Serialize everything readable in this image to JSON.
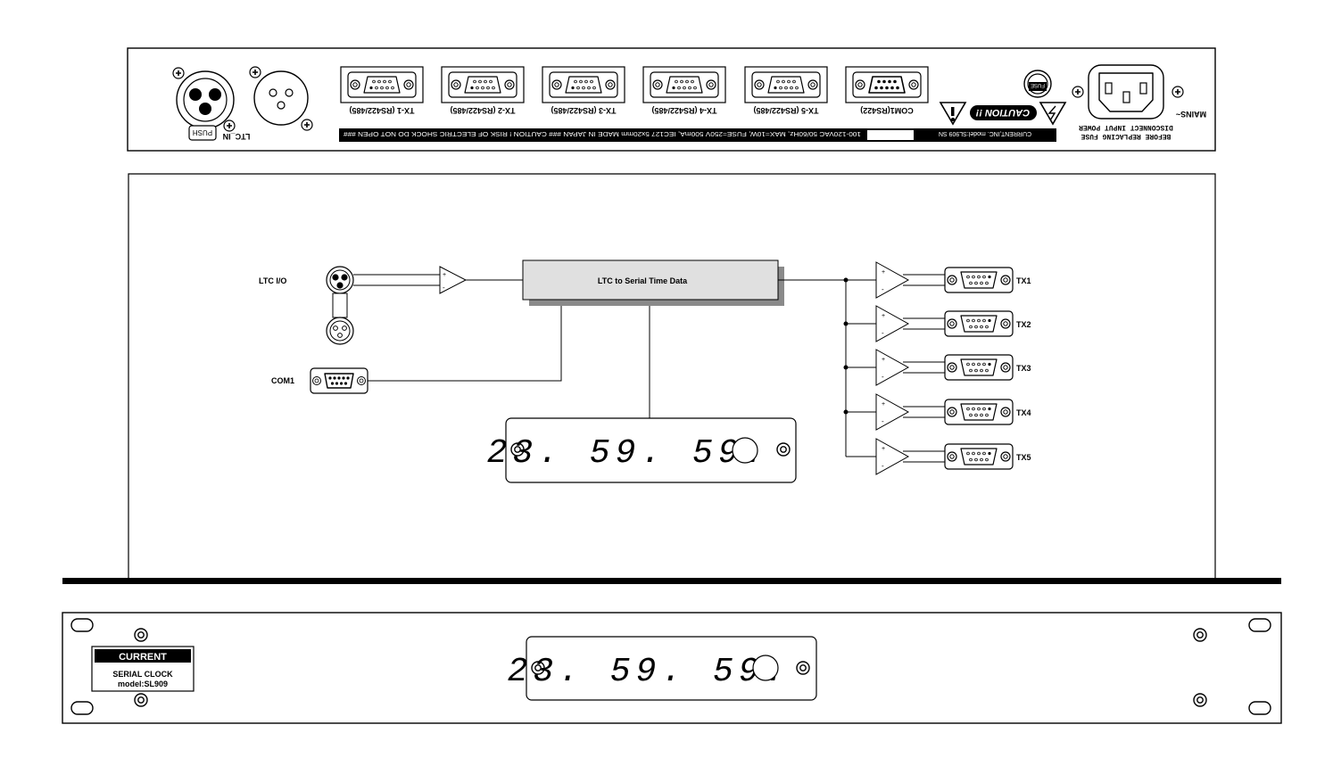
{
  "rear_panel": {
    "ltc_in_label": "LTC_IN",
    "push_label": "PUSH",
    "ports": [
      {
        "id": "tx1",
        "label": "TX-1 (RS422/485)"
      },
      {
        "id": "tx2",
        "label": "TX-2 (RS422/485)"
      },
      {
        "id": "tx3",
        "label": "TX-3 (RS422/485)"
      },
      {
        "id": "tx4",
        "label": "TX-4 (RS422/485)"
      },
      {
        "id": "tx5",
        "label": "TX-5 (RS422/485)"
      },
      {
        "id": "com1",
        "label": "COM1(RS422)"
      }
    ],
    "caution_label": "CAUTION !!",
    "fuse_label": "FUSE",
    "mains_label": "MAINS~",
    "disconnect_line1": "DISCONNECT INPUT POWER",
    "disconnect_line2": "BEFORE REPLACING FUSE",
    "info_strip_right": "CURRENT,INC. model:SL909 SN",
    "info_strip_left": "100-120VAC 50/60Hz, MAX=10W, FUSE=250V 500mA, IEC127 5x20mm MADE IN JAPAN   ### CAUTION ! RISK OF ELECTRIC SHOCK DO NOT OPEN ###"
  },
  "diagram": {
    "ltc_io_label": "LTC I/O",
    "com1_label": "COM1",
    "processor_label": "LTC to Serial Time Data",
    "outputs": [
      "TX1",
      "TX2",
      "TX3",
      "TX4",
      "TX5"
    ],
    "display_digits": "23. 59. 59."
  },
  "front_panel": {
    "brand": "CURRENT",
    "product_line1": "SERIAL CLOCK",
    "product_line2": "model:SL909",
    "display_digits": "23. 59. 59."
  }
}
